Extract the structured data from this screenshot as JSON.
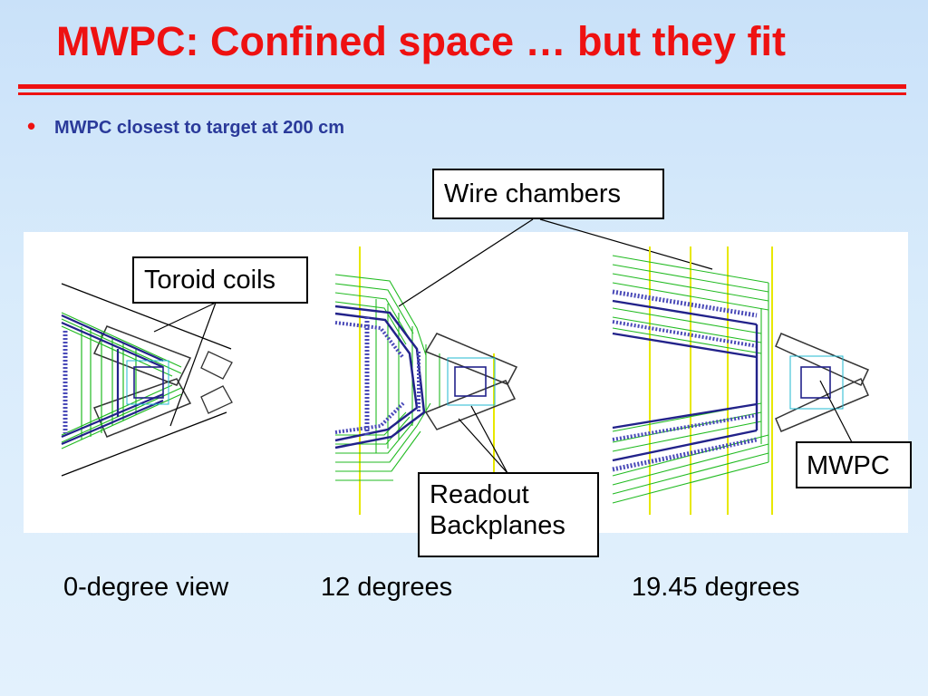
{
  "slide": {
    "title": "MWPC: Confined space … but they fit",
    "bullet_glyph": "•",
    "bullet_text": "MWPC closest to target at 200 cm"
  },
  "labels": {
    "wire_chambers": "Wire chambers",
    "toroid_coils": "Toroid coils",
    "readout_line1": "Readout",
    "readout_line2": "Backplanes",
    "mwpc": "MWPC"
  },
  "captions": {
    "view0": "0-degree view",
    "view12": "12 degrees",
    "view1945": "19.45 degrees"
  },
  "colors": {
    "title_red": "#ee1111",
    "bullet_blue": "#2a3a9a",
    "green_chamber": "#22bb22",
    "navy_structure": "#22228a",
    "yellow_plane": "#e8e800",
    "cyan_detail": "#22b8d0"
  }
}
